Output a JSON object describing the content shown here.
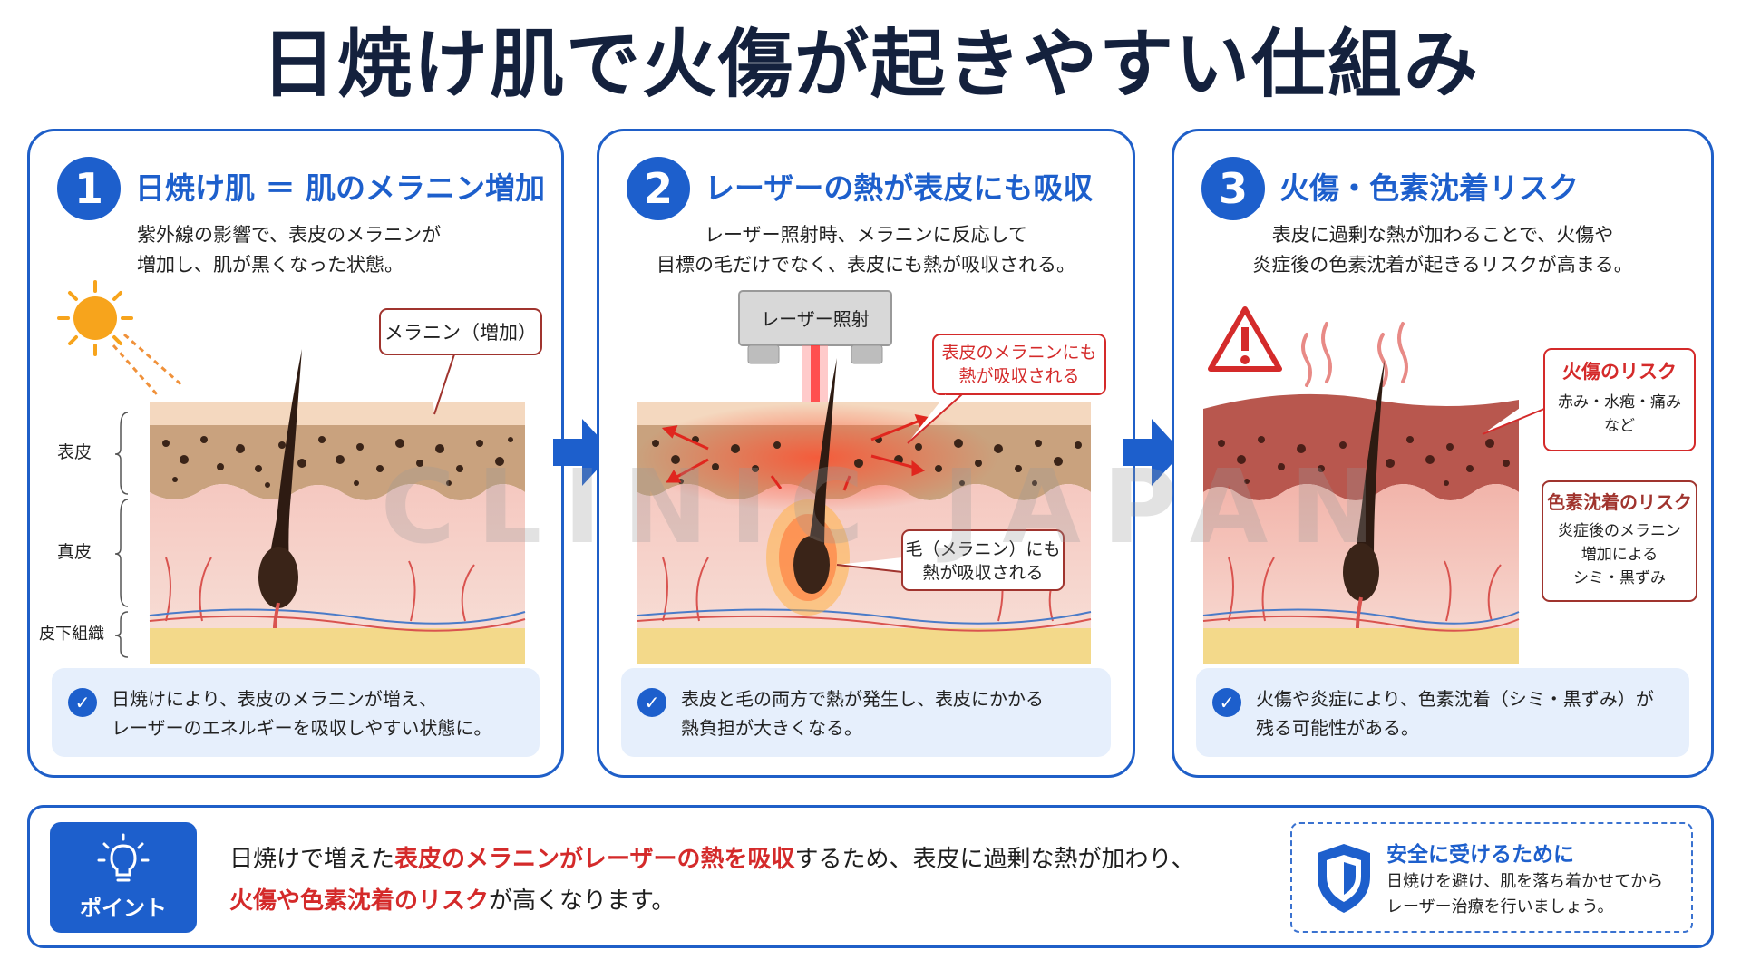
{
  "title": "日焼け肌で火傷が起きやすい仕組み",
  "panels": [
    {
      "number": "1",
      "title": "日焼け肌 ＝ 肌のメラニン増加",
      "desc": [
        "紫外線の影響で、表皮のメラニンが",
        "増加し、肌が黒くなった状態。"
      ],
      "layers": [
        "表皮",
        "真皮",
        "皮下組織"
      ],
      "callout": "メラニン（増加）",
      "footer": [
        "日焼けにより、表皮のメラニンが増え、",
        "レーザーのエネルギーを吸収しやすい状態に。"
      ]
    },
    {
      "number": "2",
      "title": "レーザーの熱が表皮にも吸収",
      "desc": [
        "レーザー照射時、メラニンに反応して",
        "目標の毛だけでなく、表皮にも熱が吸収される。"
      ],
      "device_label": "レーザー照射",
      "callout_epidermis": [
        "表皮のメラニンにも",
        "熱が吸収される"
      ],
      "callout_hair": [
        "毛（メラニン）にも",
        "熱が吸収される"
      ],
      "footer": [
        "表皮と毛の両方で熱が発生し、表皮にかかる",
        "熱負担が大きくなる。"
      ]
    },
    {
      "number": "3",
      "title": "火傷・色素沈着リスク",
      "desc": [
        "表皮に過剰な熱が加わることで、火傷や",
        "炎症後の色素沈着が起きるリスクが高まる。"
      ],
      "callout_burn": {
        "title": "火傷のリスク",
        "lines": [
          "赤み・水疱・痛み",
          "など"
        ]
      },
      "callout_pigment": {
        "title": "色素沈着のリスク",
        "lines": [
          "炎症後のメラニン",
          "増加による",
          "シミ・黒ずみ"
        ]
      },
      "footer": [
        "火傷や炎症により、色素沈着（シミ・黒ずみ）が",
        "残る可能性がある。"
      ]
    }
  ],
  "watermark": "CLINIC JAPAN",
  "point": {
    "label": "ポイント",
    "line1": {
      "pre": "日焼けで増えた",
      "em": "表皮のメラニンがレーザーの熱を吸収",
      "post": "するため、表皮に過剰な熱が加わり、"
    },
    "line2": {
      "em": "火傷や色素沈着のリスク",
      "post": "が高くなります。"
    }
  },
  "safety": {
    "title": "安全に受けるために",
    "lines": [
      "日焼けを避け、肌を落ち着かせてから",
      "レーザー治療を行いましょう。"
    ]
  },
  "colors": {
    "brand_blue": "#1d5fcc",
    "alert_red": "#d42a2a",
    "title_navy": "#14213d"
  }
}
